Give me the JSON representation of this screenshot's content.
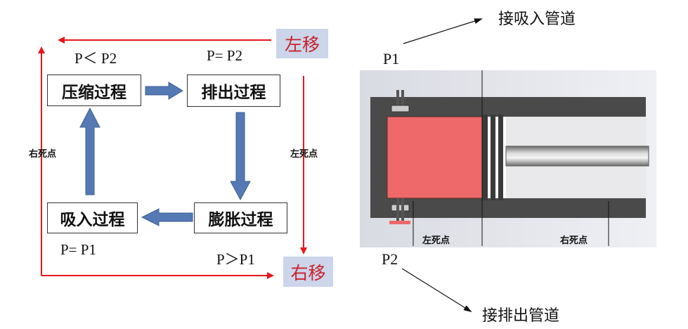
{
  "cycle": {
    "compress": "压缩过程",
    "discharge": "排出过程",
    "expand": "膨胀过程",
    "suction": "吸入过程"
  },
  "pressure": {
    "top_left": "P＜ P2",
    "top_right": "P= P2",
    "bottom_left": "P= P1",
    "bottom_right": "P＞P1"
  },
  "move": {
    "left": "左移",
    "right": "右移"
  },
  "dead_point": {
    "right_side": "右死点",
    "left_side": "左死点",
    "cyl_left": "左死点",
    "cyl_right": "右死点"
  },
  "cylinder": {
    "p1": "P1",
    "p2": "P2",
    "suction_pipe": "接吸入管道",
    "discharge_pipe": "接排出管道"
  },
  "colors": {
    "red_arrow": "#e8161b",
    "blue_arrow": "#5479b5",
    "tag_bg": "#ccd5ea",
    "tag_text": "#c8232a",
    "piston_fill": "#ee6969",
    "cylinder_dark": "#4a4a4a"
  }
}
